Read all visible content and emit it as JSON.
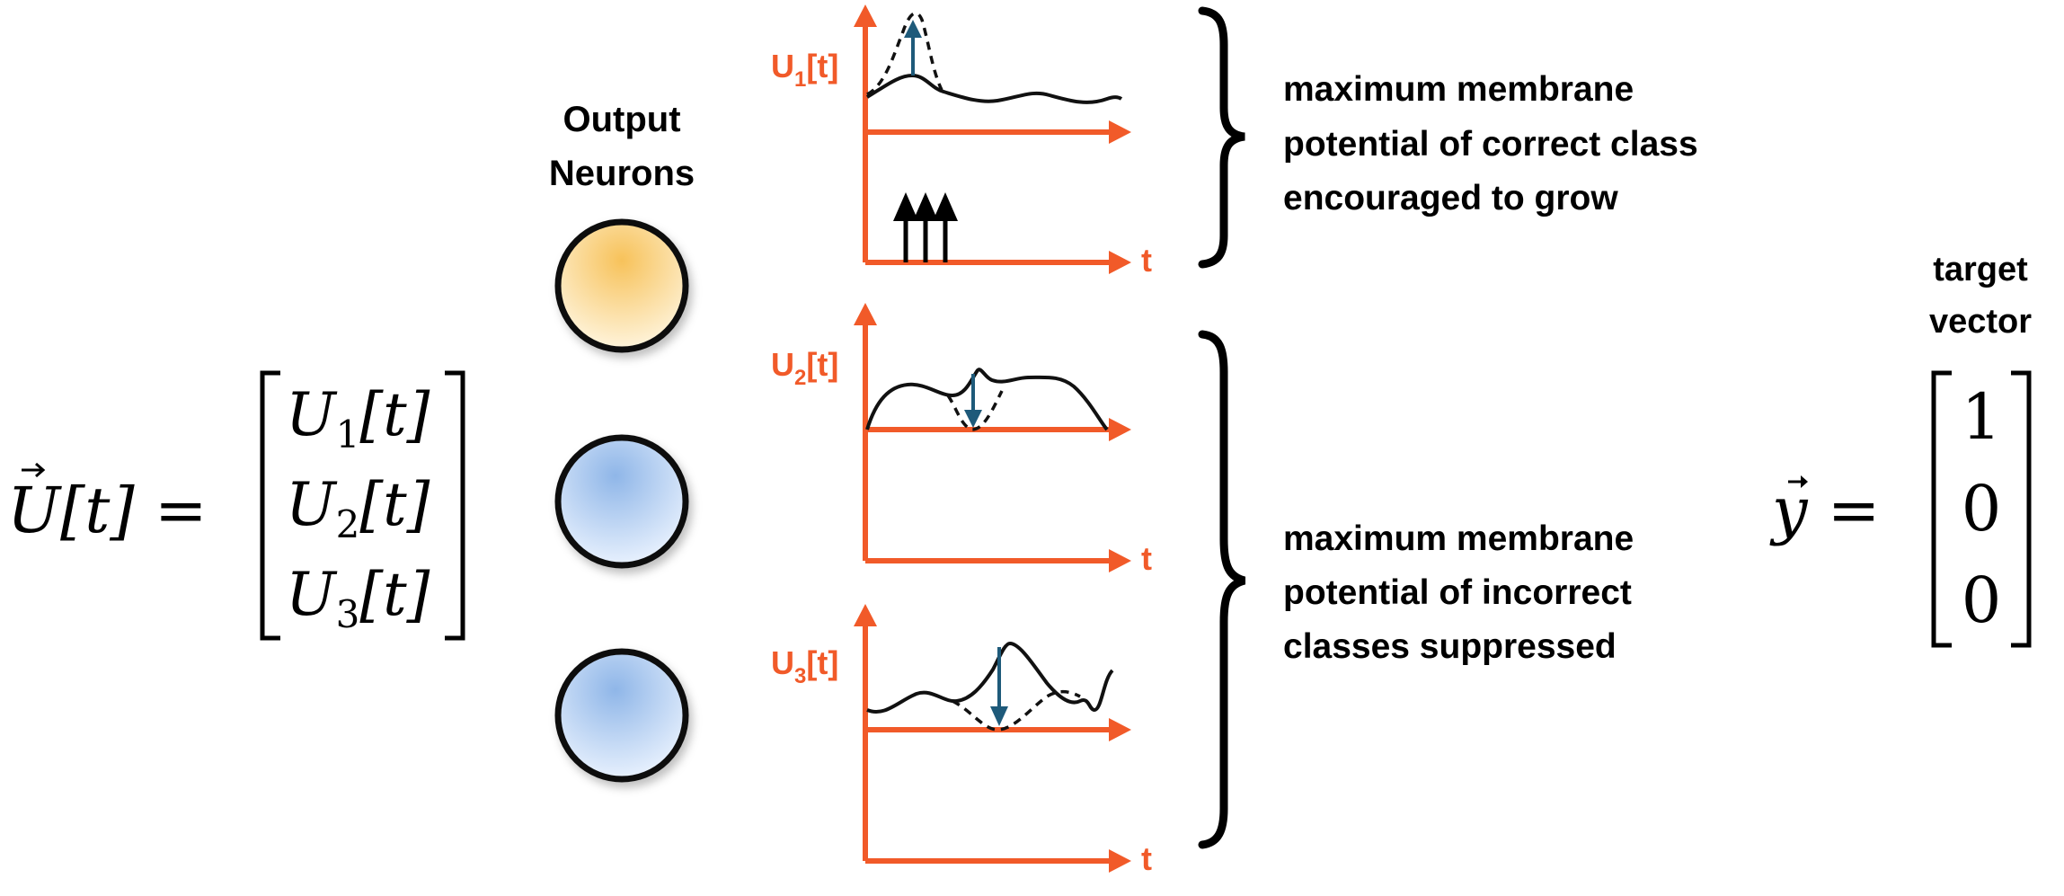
{
  "colors": {
    "axis": "#f15a29",
    "arrow_blue": "#1e5a7a",
    "curve": "#111111",
    "neuron_1_top": "#f7c25a",
    "neuron_1_bottom": "#fff8e6",
    "neuron_2_3_top": "#8fb6e8",
    "neuron_2_3_bottom": "#eef5ff"
  },
  "neurons_label": {
    "line1": "Output",
    "line2": "Neurons"
  },
  "u_vector": {
    "lhs": "U[t] =",
    "entries": [
      {
        "base": "U",
        "sub": "1",
        "arg": "[t]"
      },
      {
        "base": "U",
        "sub": "2",
        "arg": "[t]"
      },
      {
        "base": "U",
        "sub": "3",
        "arg": "[t]"
      }
    ]
  },
  "plots": {
    "u1": {
      "base": "U",
      "sub": "1",
      "arg": "[t]"
    },
    "u2": {
      "base": "U",
      "sub": "2",
      "arg": "[t]"
    },
    "u3": {
      "base": "U",
      "sub": "3",
      "arg": "[t]"
    },
    "t_label": "t"
  },
  "annotations": {
    "correct": [
      "maximum membrane",
      "potential of correct class",
      "encouraged to grow"
    ],
    "incorrect": [
      "maximum membrane",
      "potential of incorrect",
      "classes suppressed"
    ]
  },
  "target": {
    "title_line1": "target",
    "title_line2": "vector",
    "lhs": "y =",
    "values": [
      "1",
      "0",
      "0"
    ]
  }
}
